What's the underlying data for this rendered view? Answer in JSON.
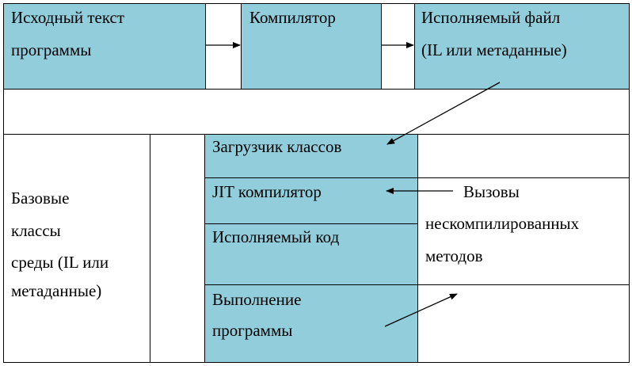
{
  "boxes": {
    "source": {
      "line1": "Исходный текст",
      "line2": "программы"
    },
    "compiler": {
      "label": "Компилятор"
    },
    "executable": {
      "line1": "Исполняемый файл",
      "line2": "(IL или метаданные)"
    },
    "base_classes": {
      "line1": "Базовые",
      "line2": "классы",
      "line3": "среды (IL или",
      "line4": "метаданные)"
    },
    "class_loader": {
      "label": "Загрузчик классов"
    },
    "jit": {
      "label": "JIT компилятор"
    },
    "exec_code": {
      "label": "Исполняемый код"
    },
    "run": {
      "line1": "Выполнение",
      "line2": "программы"
    }
  },
  "annotations": {
    "calls": {
      "line1": "Вызовы",
      "line2": "нескомпилированных",
      "line3": "методов"
    }
  },
  "colors": {
    "box_fill": "#92cddc",
    "line": "#000000"
  }
}
